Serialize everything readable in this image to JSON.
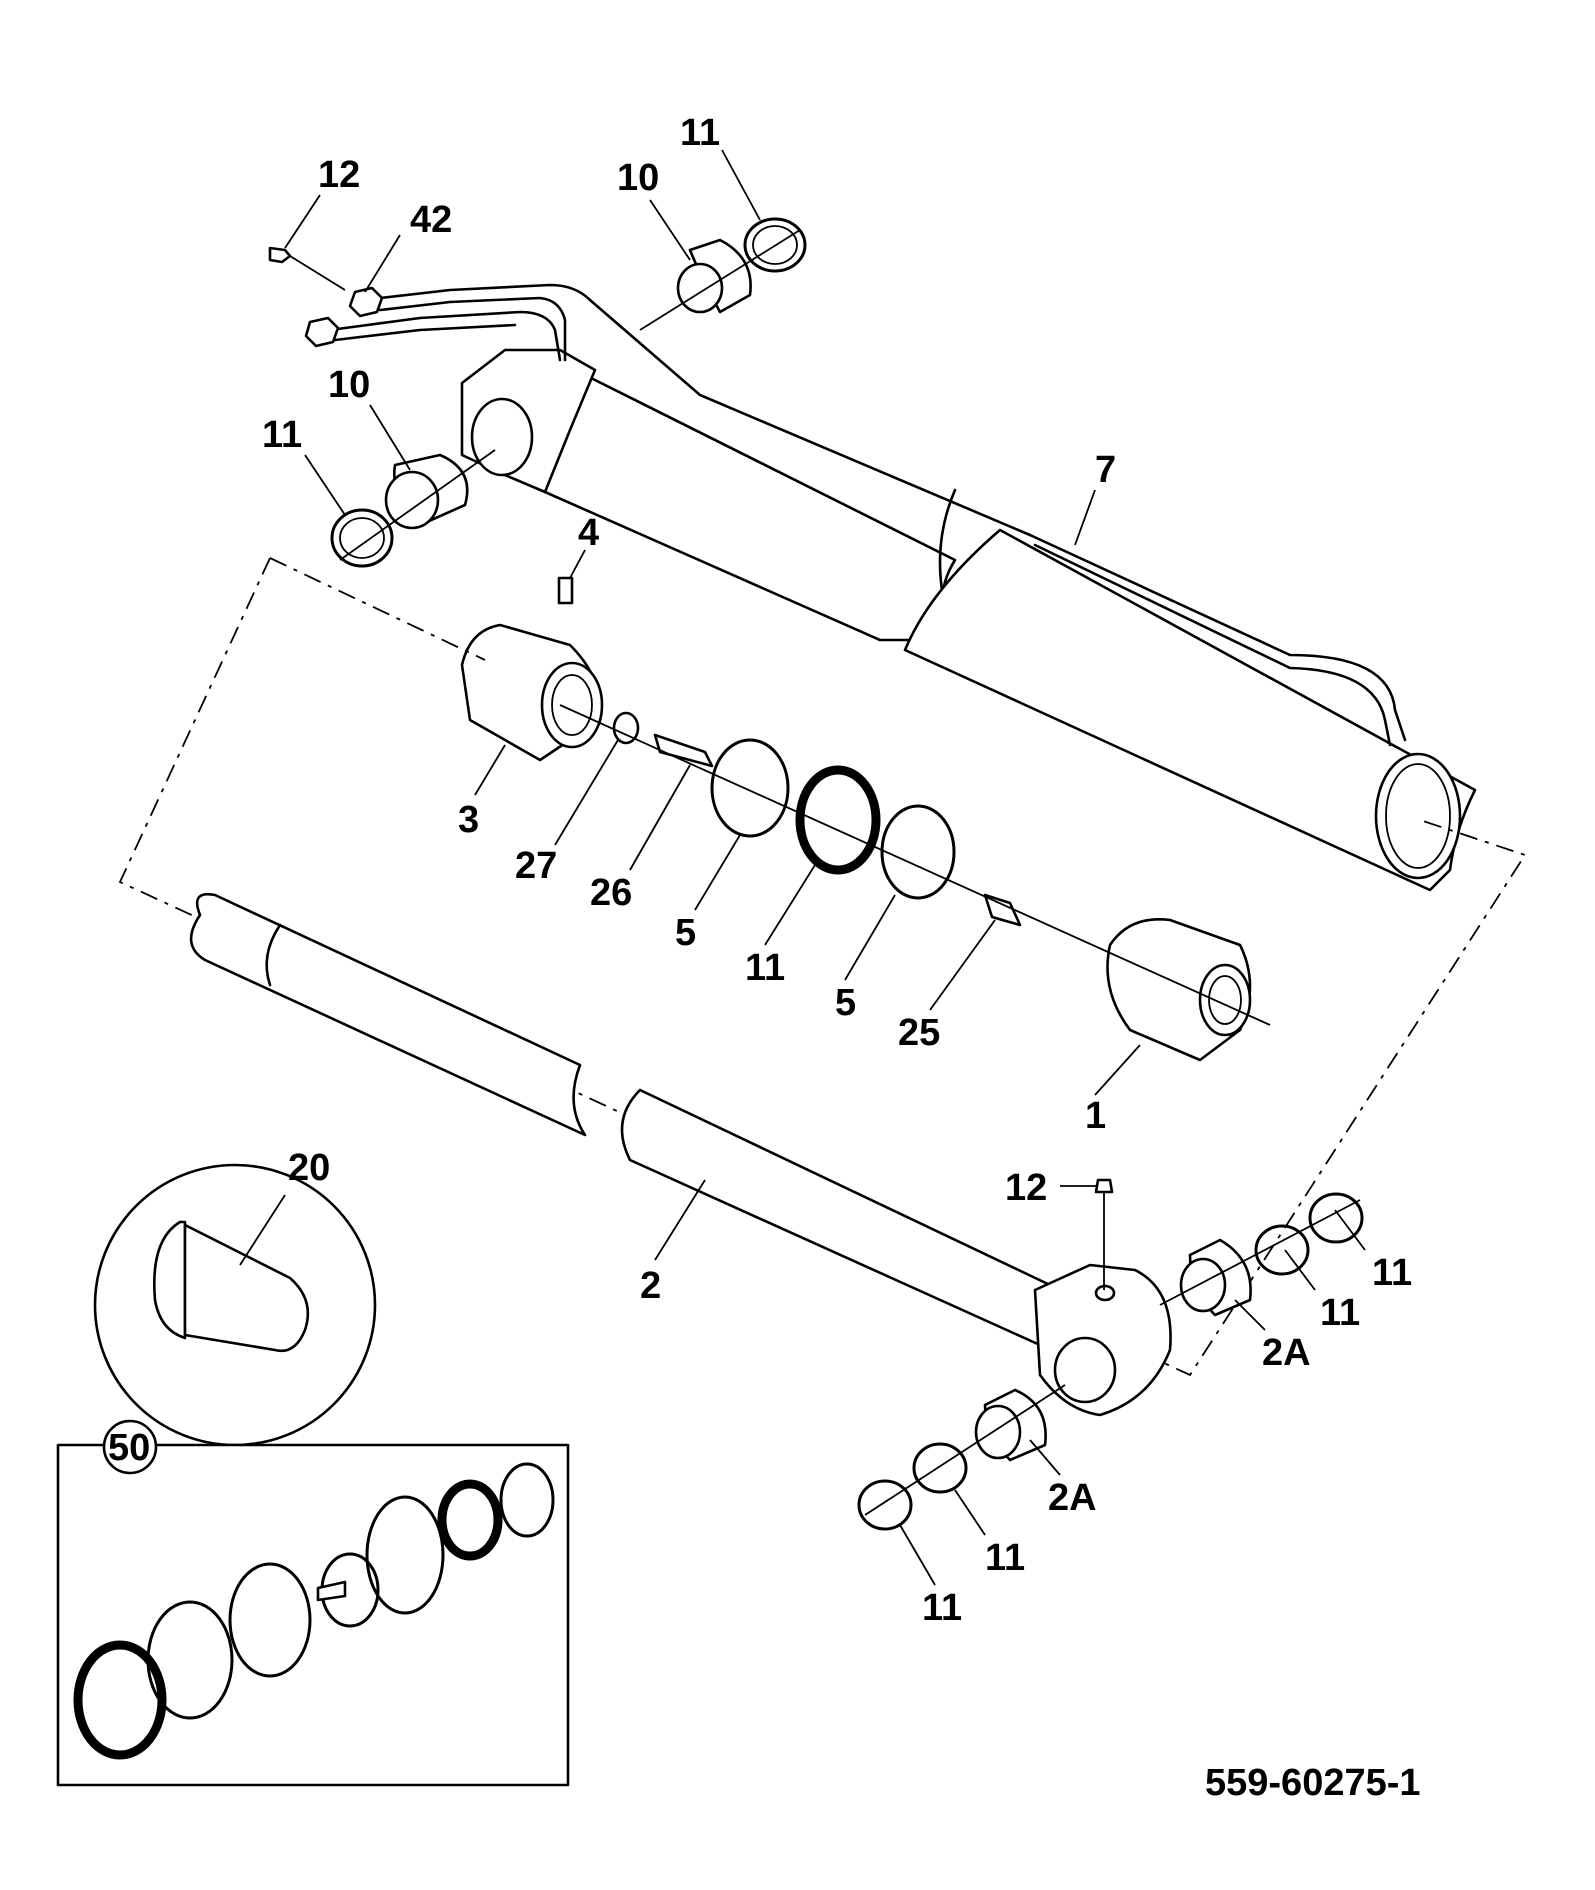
{
  "drawing_number": "559-60275-1",
  "callouts": {
    "c11_top_right": "11",
    "c12_top": "12",
    "c10_top": "10",
    "c42": "42",
    "c10_left": "10",
    "c11_left": "11",
    "c7": "7",
    "c4": "4",
    "c3": "3",
    "c27": "27",
    "c26": "26",
    "c5_a": "5",
    "c11_mid": "11",
    "c5_b": "5",
    "c25": "25",
    "c1": "1",
    "c20": "20",
    "c12_bottom": "12",
    "c2": "2",
    "c11_br1": "11",
    "c11_br2": "11",
    "c2a_right": "2A",
    "c2a_bottom": "2A",
    "c11_bl1": "11",
    "c11_bl2": "11",
    "c50": "50"
  }
}
